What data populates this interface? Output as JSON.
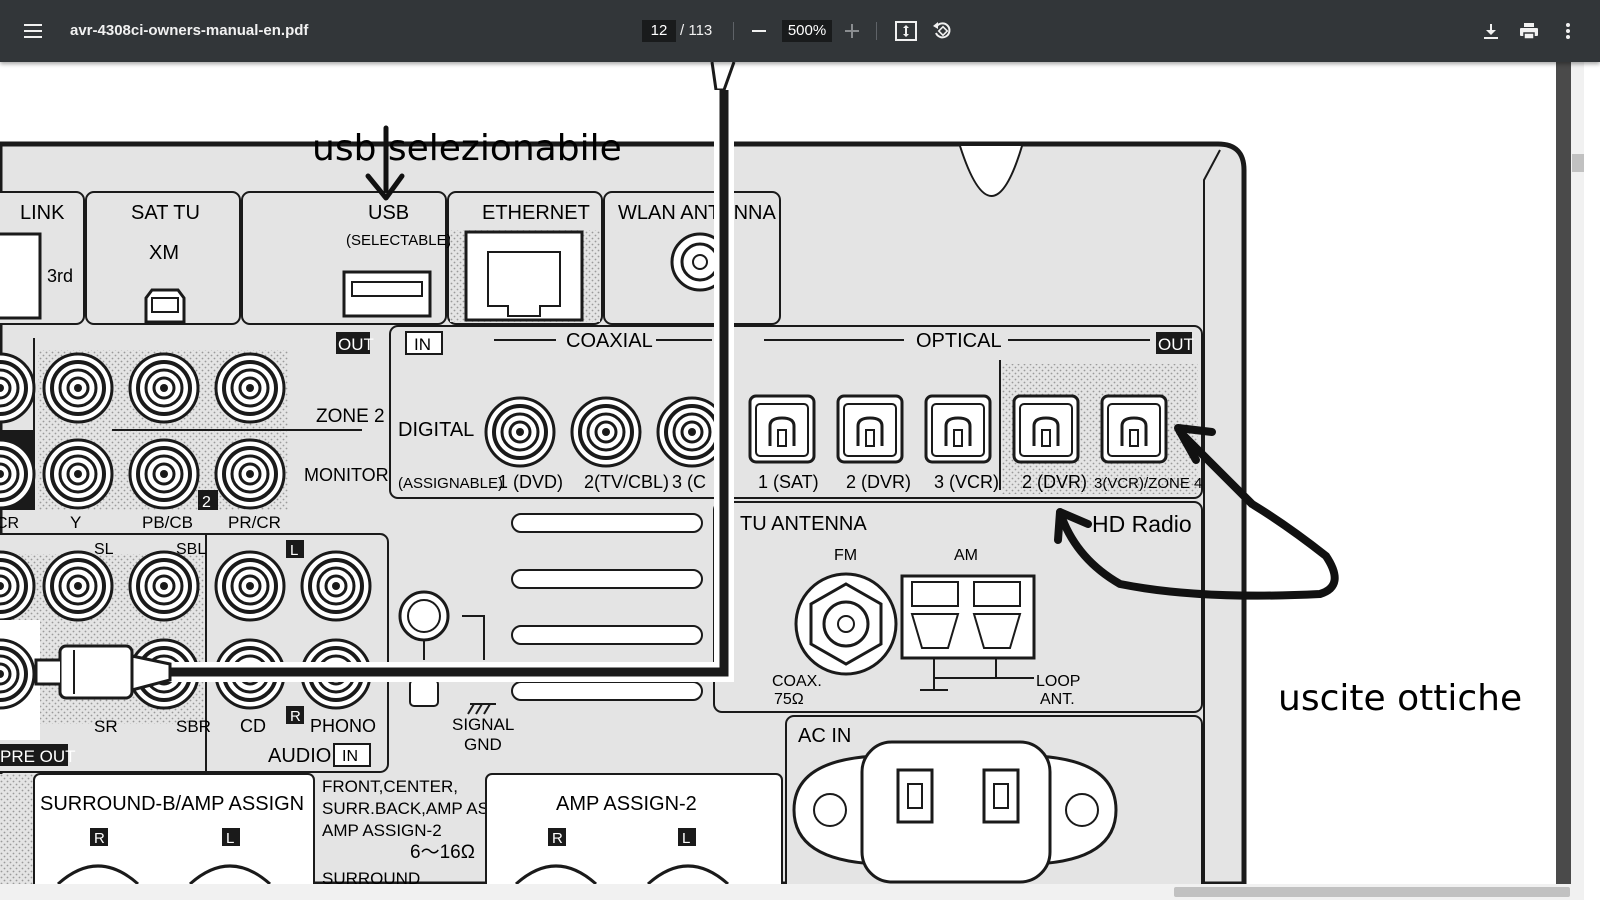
{
  "toolbar": {
    "menu_icon": "hamburger-menu-icon",
    "title": "avr-4308ci-owners-manual-en.pdf",
    "page_current": "12",
    "page_total": "/ 113",
    "zoom_out_icon": "minus-icon",
    "zoom": "500%",
    "zoom_in_icon": "plus-icon",
    "fit_icon": "fit-page-icon",
    "rotate_icon": "rotate-icon",
    "download_icon": "download-icon",
    "print_icon": "print-icon",
    "more_icon": "more-vertical-icon"
  },
  "annotations": {
    "usb": "usb selezionabile",
    "optical": "uscite ottiche"
  },
  "panel": {
    "link": "LINK",
    "third": "3rd",
    "sat_tu": "SAT TU",
    "xm": "XM",
    "usb": "USB",
    "usb_sub": "(SELECTABLE)",
    "ethernet": "ETHERNET",
    "wlan": "WLAN ANTENNA",
    "out": "OUT",
    "in": "IN",
    "coaxial": "COAXIAL",
    "optical": "OPTICAL",
    "zone2": "ZONE 2",
    "monitor": "MONITOR",
    "digital": "DIGITAL",
    "assignable": "(ASSIGNABLE)",
    "coax_labels": [
      "1 (DVD)",
      "2(TV/CBL)",
      "3 (C"
    ],
    "optical_in_labels": [
      "1 (SAT)",
      "2 (DVR)",
      "3 (VCR)"
    ],
    "optical_out_labels": [
      "2 (DVR)",
      "3(VCR)/ZONE 4"
    ],
    "y": "Y",
    "pb": "PB/CB",
    "pr": "PR/CR",
    "cr": "CR",
    "two": "2",
    "sl": "SL",
    "sbl": "SBL",
    "sr": "SR",
    "sbr": "SBR",
    "l": "L",
    "r": "R",
    "cd": "CD",
    "phono": "PHONO",
    "audio": "AUDIO",
    "pre_out": "PRE OUT",
    "signal_gnd": "SIGNAL GND",
    "signal": "SIGNAL",
    "gnd": "GND",
    "tu_antenna": "TU ANTENNA",
    "hd_radio": "HD Radio",
    "fm": "FM",
    "am": "AM",
    "coax75": "COAX.",
    "ohm75": "75Ω",
    "loop": "LOOP",
    "ant": "ANT.",
    "ac_in": "AC IN",
    "surround_b": "SURROUND-B/AMP ASSIGN",
    "front_center_1": "FRONT,CENTER,",
    "front_center_2": "SURR.BACK,AMP ASSIGN,",
    "front_center_3": "AMP ASSIGN-2",
    "impedance": "6～16Ω",
    "surround": "SURROUND",
    "amp_assign2": "AMP ASSIGN-2"
  },
  "colors": {
    "toolbar_bg": "#323639",
    "panel_bg": "#e4e4e4",
    "line": "#1a1a1a"
  }
}
